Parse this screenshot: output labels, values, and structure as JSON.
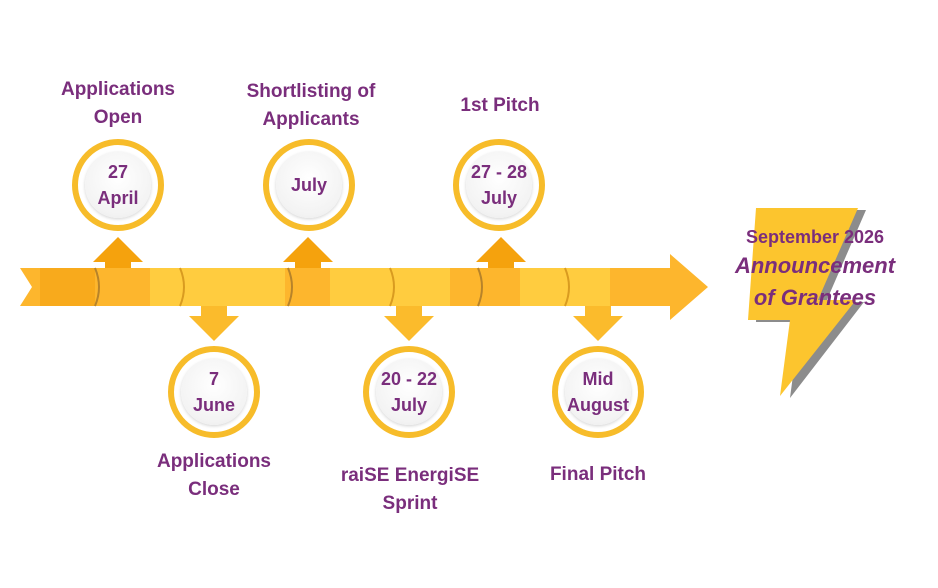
{
  "milestones": [
    {
      "date_line1": "27",
      "date_line2": "April",
      "label_line1": "Applications",
      "label_line2": "Open"
    },
    {
      "date_line1": "7",
      "date_line2": "June",
      "label_line1": "Applications",
      "label_line2": "Close"
    },
    {
      "date_line1": "July",
      "date_line2": "",
      "label_line1": "Shortlisting of",
      "label_line2": "Applicants"
    },
    {
      "date_line1": "20 - 22",
      "date_line2": "July",
      "label_line1": "raiSE EnergiSE",
      "label_line2": "Sprint"
    },
    {
      "date_line1": "27 - 28",
      "date_line2": "July",
      "label_line1": "1st Pitch",
      "label_line2": ""
    },
    {
      "date_line1": "Mid",
      "date_line2": "August",
      "label_line1": "Final Pitch",
      "label_line2": ""
    }
  ],
  "final_event": {
    "date": "September 2026",
    "title_line1": "Announcement",
    "title_line2": "of Grantees"
  },
  "colors": {
    "arrow_main": "#fdb62d",
    "arrow_light": "#ffcc3f",
    "arrow_dark": "#f5a20d",
    "ring": "#f7bc2a",
    "text": "#7a2e7c",
    "bolt": "#fcc52e",
    "bolt_shadow": "#8c8c8c"
  }
}
